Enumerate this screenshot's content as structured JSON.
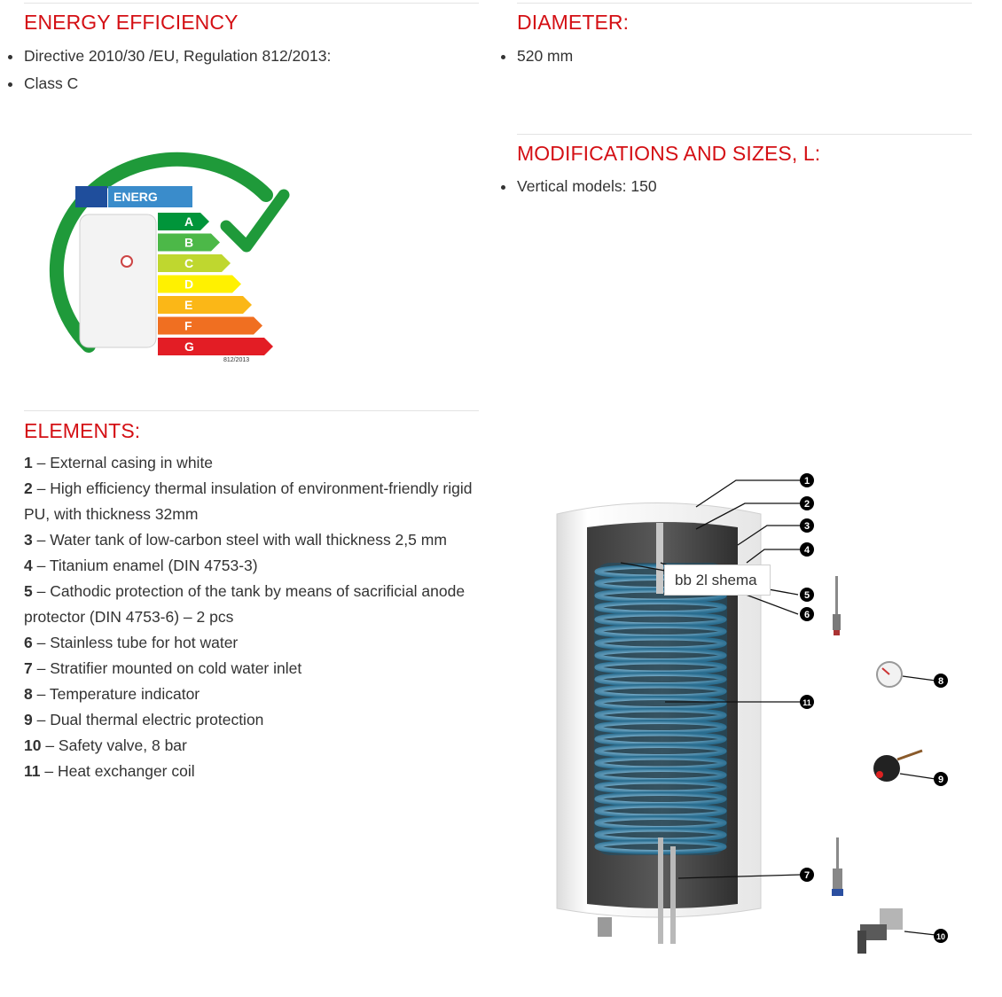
{
  "energy": {
    "heading": "ENERGY EFFICIENCY",
    "items": [
      "Directive 2010/30 /EU, Regulation 812/2013:",
      "Class C"
    ]
  },
  "diameter": {
    "heading": "DIAMETER:",
    "items": [
      "520 mm"
    ]
  },
  "modifications": {
    "heading": "MODIFICATIONS AND SIZES, L:",
    "items": [
      "Vertical models: 150"
    ]
  },
  "label_image": {
    "brand": "ENERG",
    "classes": [
      "A",
      "B",
      "C",
      "D",
      "E",
      "F",
      "G"
    ],
    "regulation": "812/2013"
  },
  "elements": {
    "heading": "ELEMENTS:",
    "items": [
      {
        "num": "1",
        "text": " – External casing in white"
      },
      {
        "num": "2",
        "text": " – High efficiency thermal insulation of environment-friendly rigid PU, with thickness 32mm"
      },
      {
        "num": "3",
        "text": " – Water tank of low-carbon steel with wall thickness 2,5 mm"
      },
      {
        "num": "4",
        "text": " – Titanium enamel (DIN 4753-3)"
      },
      {
        "num": "5",
        "text": " – Cathodic protection of the tank by means of sacrificial anode protector (DIN 4753-6) – 2 pcs"
      },
      {
        "num": "6",
        "text": " – Stainless tube for hot water"
      },
      {
        "num": "7",
        "text": " – Stratifier mounted on cold water inlet"
      },
      {
        "num": "8",
        "text": " – Temperature indicator"
      },
      {
        "num": "9",
        "text": " – Dual thermal electric protection"
      },
      {
        "num": "10",
        "text": " – Safety valve, 8 bar"
      },
      {
        "num": "11",
        "text": " – Heat exchanger coil"
      }
    ]
  },
  "scheme": {
    "tooltip": "bb 2l shema",
    "callouts": [
      "1",
      "2",
      "3",
      "4",
      "5",
      "6",
      "7",
      "8",
      "9",
      "10",
      "11"
    ]
  },
  "colors": {
    "heading_red": "#d40f14",
    "class_a": "#00953a",
    "class_b": "#4cb848",
    "class_c": "#bfd72f",
    "class_d": "#fff100",
    "class_e": "#fbb717",
    "class_f": "#f06f21",
    "class_g": "#e31d25",
    "coil_blue": "#2a6d8f",
    "arrow_green": "#1f9a3a"
  }
}
